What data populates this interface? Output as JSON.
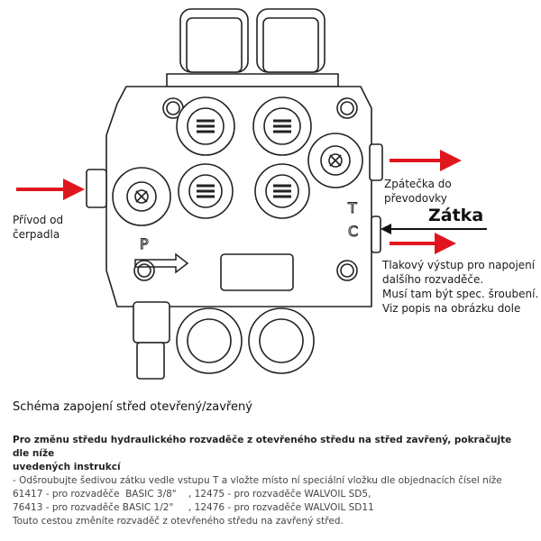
{
  "diagram": {
    "label_inlet": [
      "Přívod od",
      "čerpadla"
    ],
    "label_return": [
      "Zpátečka do",
      "převodovky"
    ],
    "label_plug": "Zátka",
    "label_pressure_outlet": [
      "Tlakový výstup pro napojení",
      "dalšího rozvaděče.",
      "Musí tam být spec. šroubení.",
      "Viz popis na obrázku dole"
    ],
    "port_p": "P",
    "port_t": "T",
    "port_c": "C",
    "arrow_color": "#e0161e",
    "line_color": "#222222"
  },
  "caption": {
    "heading": "Schéma zapojení střed otevřený/zavřený",
    "bold_lines": [
      "Pro změnu středu hydraulického rozvaděče z otevřeného středu na střed zavřený, pokračujte dle níže",
      "uvedených instrukcí"
    ],
    "body_lines": [
      "- Odšroubujte šedivou zátku vedle vstupu T a vložte místo ní speciální vložku dle objednacích čísel níže",
      "61417 - pro rozvaděče  BASIC 3/8\"    , 12475 - pro rozvaděče WALVOIL SD5,",
      "76413 - pro rozvaděče BASIC 1/2\"     , 12476 - pro rozvaděče WALVOIL SD11",
      "Touto cestou změníte rozvaděč z otevřeného středu na zavřený střed."
    ]
  }
}
